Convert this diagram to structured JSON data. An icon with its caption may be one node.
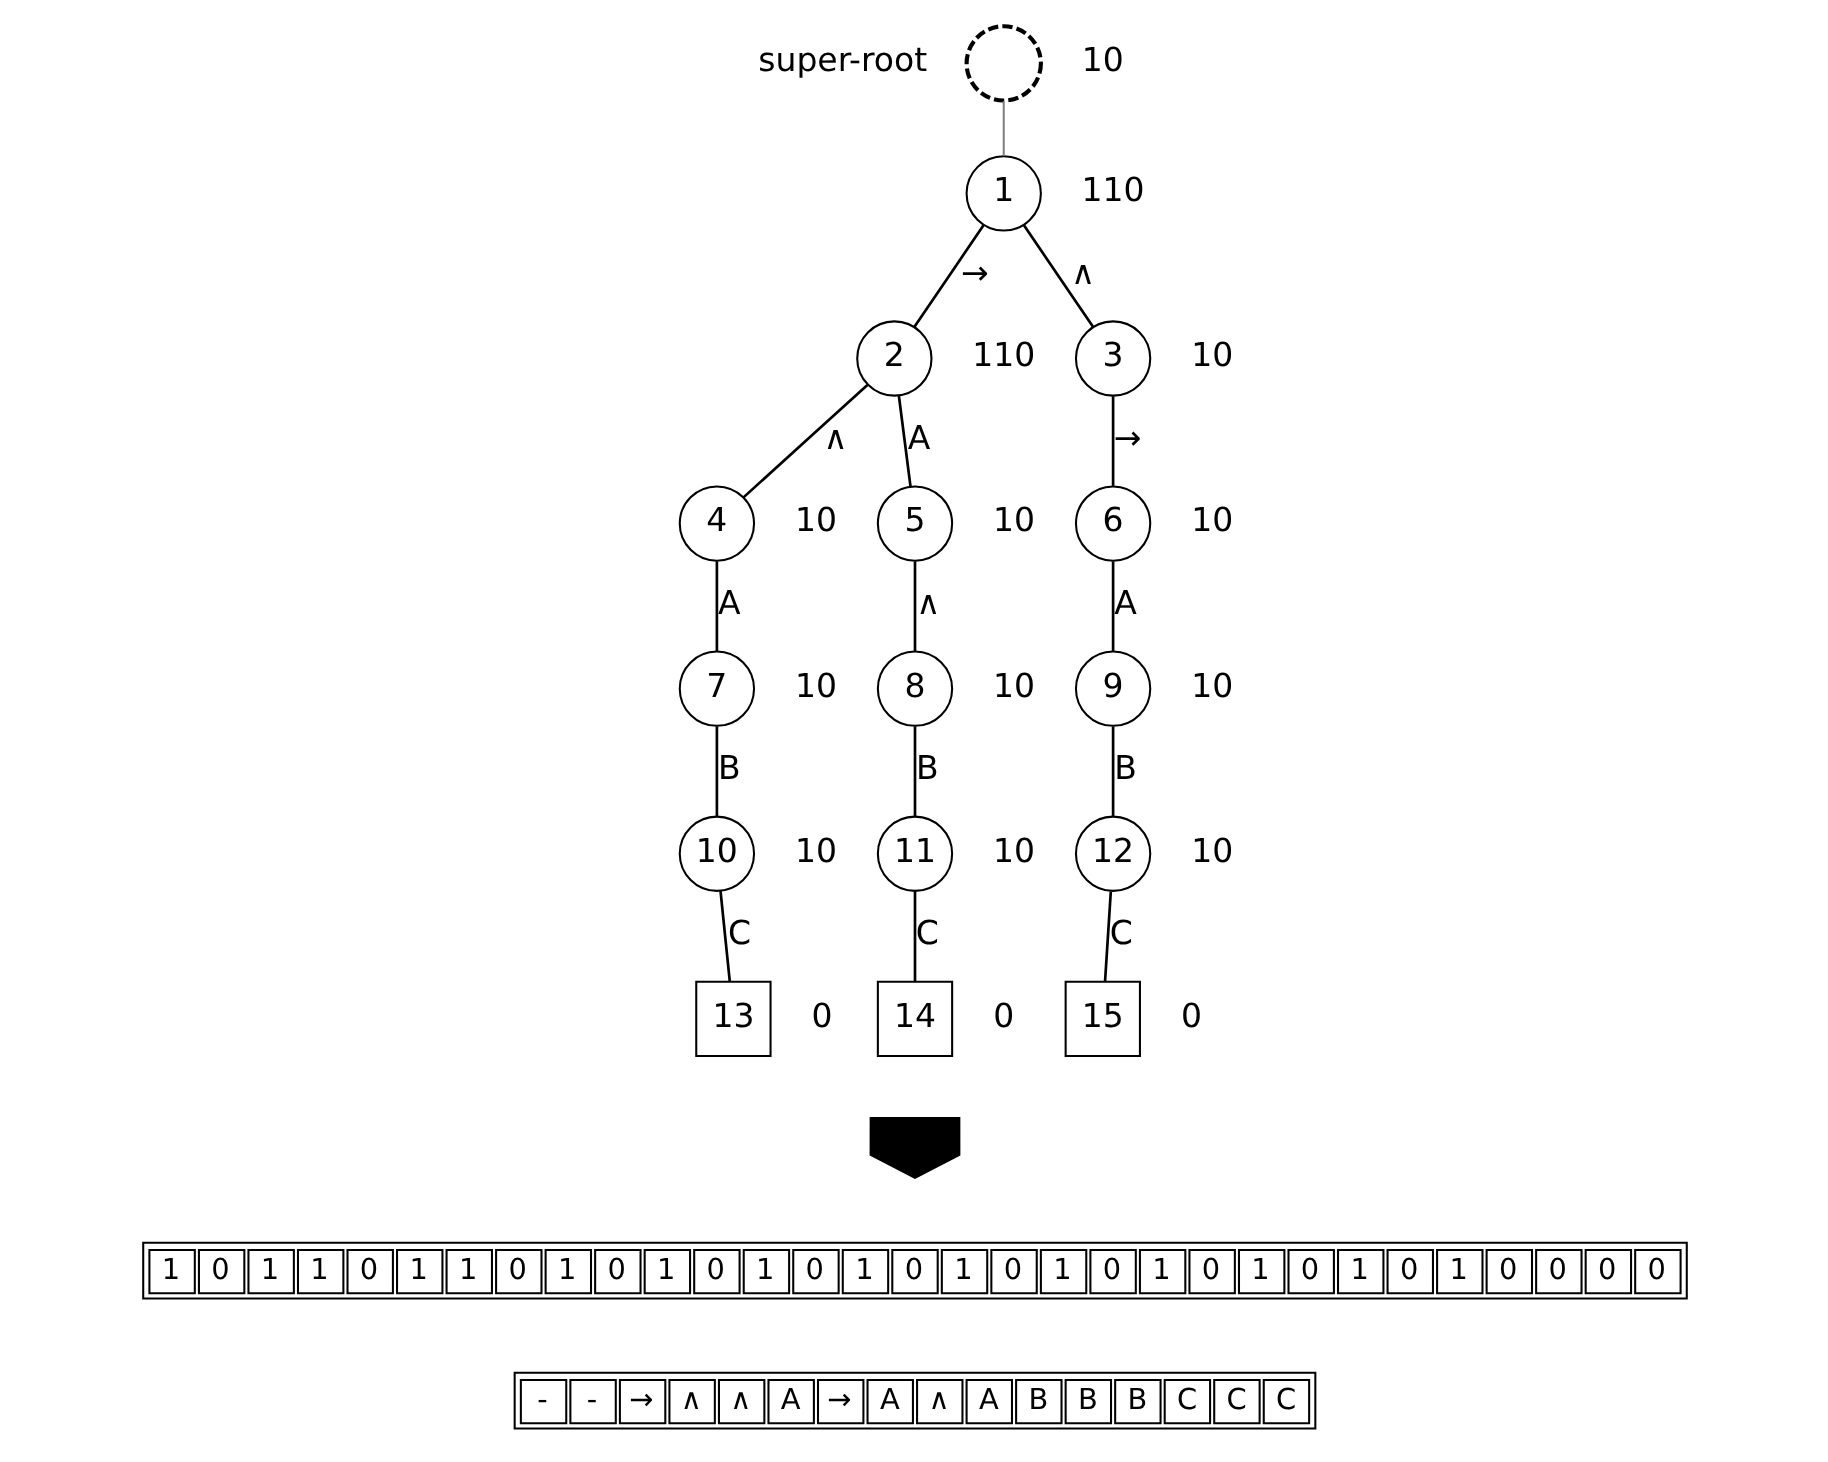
{
  "diagram": {
    "nodes": [
      {
        "text": [],
        "shape": "circle",
        "beside": [
          "super-root",
          "10"
        ]
      },
      {
        "text": [
          "1"
        ],
        "beside": [
          "110"
        ]
      },
      {
        "text": [
          "2"
        ],
        "beside": [
          "110"
        ]
      },
      {
        "text": [
          "3"
        ],
        "beside": [
          "10"
        ]
      },
      {
        "text": [
          "4"
        ],
        "beside": [
          "10"
        ]
      },
      {
        "text": [
          "5"
        ],
        "beside": [
          "10"
        ]
      },
      {
        "text": [
          "6"
        ],
        "beside": [
          "10"
        ]
      },
      {
        "text": [
          "7"
        ],
        "beside": [
          "10"
        ]
      },
      {
        "text": [
          "8"
        ],
        "beside": [
          "10"
        ]
      },
      {
        "text": [
          "9"
        ],
        "beside": [
          "10"
        ]
      },
      {
        "text": [
          "10"
        ],
        "beside": [
          "10"
        ]
      },
      {
        "text": [
          "11"
        ],
        "beside": [
          "10"
        ]
      },
      {
        "text": [
          "12"
        ],
        "beside": [
          "10"
        ]
      },
      {
        "text": [
          "13"
        ],
        "beside": [
          "0"
        ]
      },
      {
        "text": [
          "14"
        ],
        "beside": [
          "0"
        ]
      },
      {
        "text": [
          "15"
        ],
        "beside": [
          "0"
        ]
      },
      {
        "text": [],
        "shape": "arrow"
      }
    ],
    "edges": [
      {
        "from": 0,
        "to": 1,
        "arrow": "none",
        "color": "#808080"
      },
      {
        "from": 1,
        "to": 2,
        "arrow": "none",
        "label": "→"
      },
      {
        "from": 1,
        "to": 3,
        "arrow": "none",
        "label": "∧"
      },
      {
        "from": 2,
        "to": 4,
        "arrow": "none",
        "label": "∧"
      },
      {
        "from": 2,
        "to": 5,
        "arrow": "none",
        "label": "A"
      },
      {
        "from": 3,
        "to": 6,
        "arrow": "none",
        "label": "→"
      },
      {
        "from": 4,
        "to": 7,
        "arrow": "none",
        "label": "A"
      },
      {
        "from": 5,
        "to": 8,
        "arrow": "none",
        "label": "∧"
      },
      {
        "from": 6,
        "to": 9,
        "arrow": "none",
        "label": "A"
      },
      {
        "from": 7,
        "to": 10,
        "arrow": "none",
        "label": "B"
      },
      {
        "from": 8,
        "to": 11,
        "arrow": "none",
        "label": "B"
      },
      {
        "from": 9,
        "to": 12,
        "arrow": "none",
        "label": "B"
      },
      {
        "from": 10,
        "to": 13,
        "arrow": "none",
        "label": "C"
      },
      {
        "from": 11,
        "to": 14,
        "arrow": "none",
        "label": "C"
      },
      {
        "from": 12,
        "to": 15,
        "arrow": "none",
        "label": "C"
      }
    ],
    "labels": [
      "1",
      "0",
      "1",
      "1",
      "0",
      "1",
      "1",
      "0",
      "1",
      "0",
      "1",
      "0",
      "1",
      "0",
      "1",
      "0",
      "1",
      "0",
      "1",
      "0",
      "1",
      "0",
      "1",
      "0",
      "1",
      "0",
      "1",
      "0",
      "0",
      "0",
      "0",
      "-",
      "-",
      "→",
      "∧",
      "∧",
      "A",
      "→",
      "A",
      "∧",
      "A",
      "B",
      "B",
      "B",
      "C",
      "C",
      "C"
    ]
  }
}
